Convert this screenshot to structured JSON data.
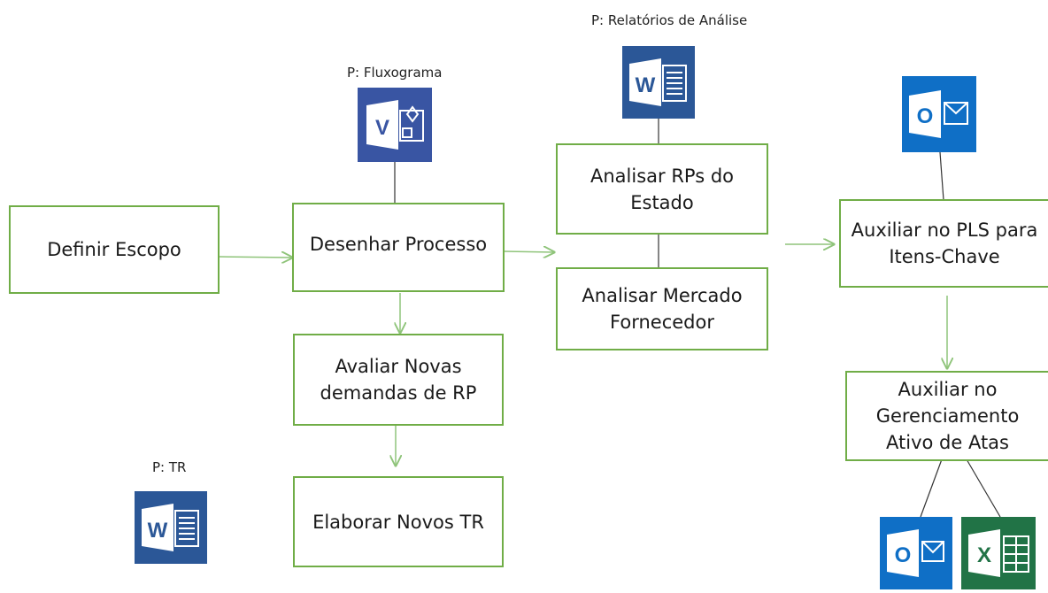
{
  "nodes": {
    "definir_escopo": "Definir Escopo",
    "desenhar_processo": "Desenhar Processo",
    "avaliar_novas": "Avaliar Novas\ndemandas de RP",
    "elaborar_tr": "Elaborar Novos TR",
    "analisar_rps": "Analisar RPs do\nEstado",
    "analisar_mercado": "Analisar Mercado\nFornecedor",
    "auxiliar_pls": "Auxiliar no PLS para\nItens-Chave",
    "auxiliar_gerenciamento": "Auxiliar no\nGerenciamento\nAtivo de Atas"
  },
  "captions": {
    "fluxograma": "P: Fluxograma",
    "relatorios": "P: Relatórios de Análise",
    "tr": "P: TR"
  },
  "icons": {
    "visio": {
      "letter": "V",
      "color": "#3955a3"
    },
    "word": {
      "letter": "W",
      "color": "#2b5797"
    },
    "outlook": {
      "letter": "O",
      "color": "#0f6fc6"
    },
    "excel": {
      "letter": "X",
      "color": "#217346"
    }
  },
  "colors": {
    "box_border": "#70ad47",
    "arrow": "#8fc47a",
    "connector": "#333333"
  }
}
